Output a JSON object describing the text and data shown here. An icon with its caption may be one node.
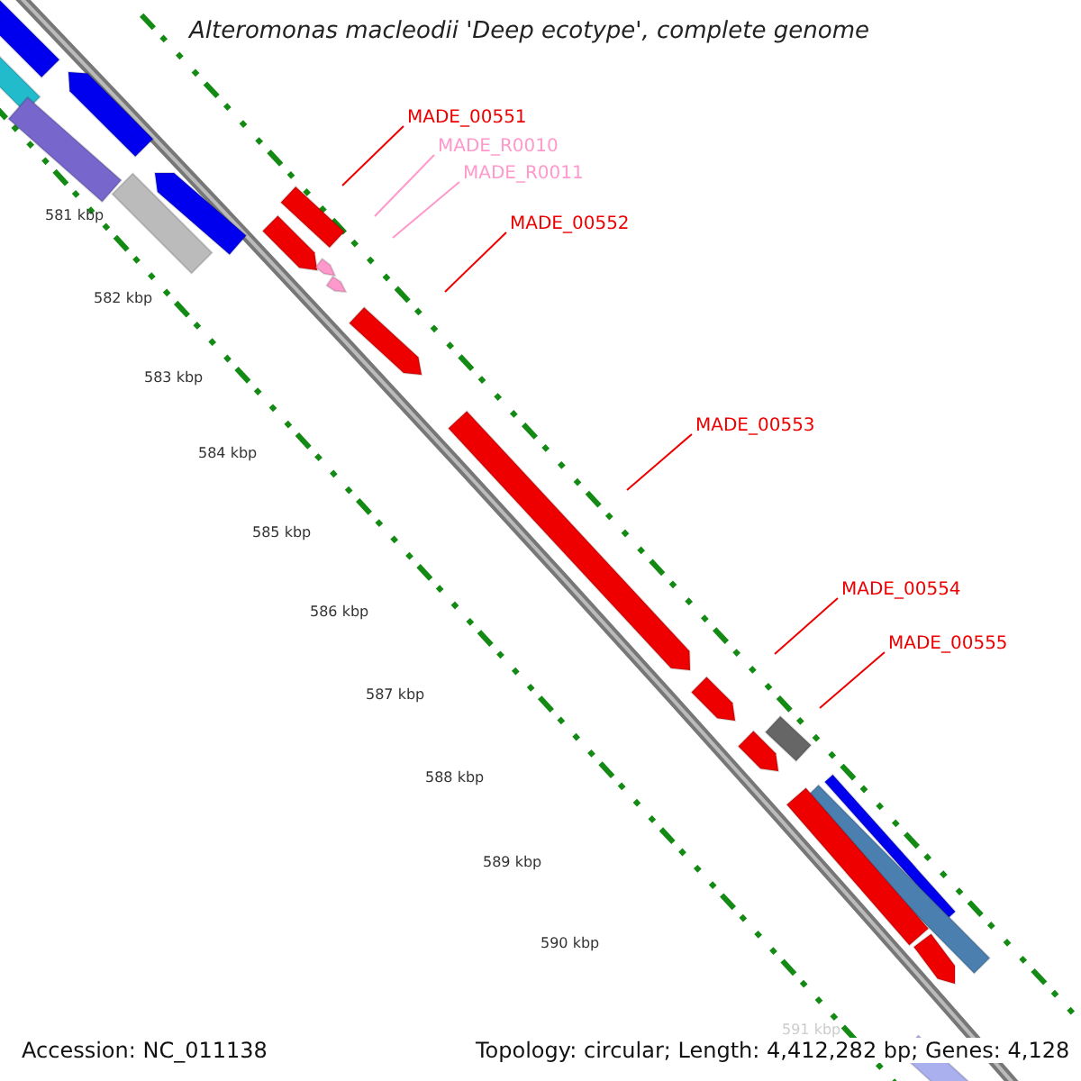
{
  "diagram": {
    "title": "Alteromonas macleodii 'Deep ecotype', complete genome",
    "nodes": [
      {
        "text": [
          "MADE_00551"
        ]
      },
      {
        "text": [
          "MADE_R0010"
        ]
      },
      {
        "text": [
          "MADE_R0011"
        ]
      },
      {
        "text": [
          "MADE_00552"
        ]
      },
      {
        "text": [
          "MADE_00553"
        ]
      },
      {
        "text": [
          "MADE_00554"
        ]
      },
      {
        "text": [
          "MADE_00555"
        ]
      }
    ],
    "edges": [
      {
        "from": 0,
        "to": null,
        "arrow": "none"
      },
      {
        "from": 1,
        "to": null,
        "arrow": "none",
        "color": "#ff99cc"
      },
      {
        "from": 2,
        "to": null,
        "arrow": "none",
        "color": "#ff99cc"
      },
      {
        "from": 3,
        "to": null,
        "arrow": "none"
      },
      {
        "from": 4,
        "to": null,
        "arrow": "none"
      },
      {
        "from": 5,
        "to": null,
        "arrow": "none"
      },
      {
        "from": 6,
        "to": null,
        "arrow": "none"
      }
    ],
    "labels": [
      "581 kbp",
      "582 kbp",
      "583 kbp",
      "584 kbp",
      "585 kbp",
      "586 kbp",
      "587 kbp",
      "588 kbp",
      "589 kbp",
      "590 kbp",
      "591 kbp",
      "Accession: NC_011138",
      "Topology: circular; Length: 4,412,282 bp; Genes: 4,128"
    ]
  }
}
